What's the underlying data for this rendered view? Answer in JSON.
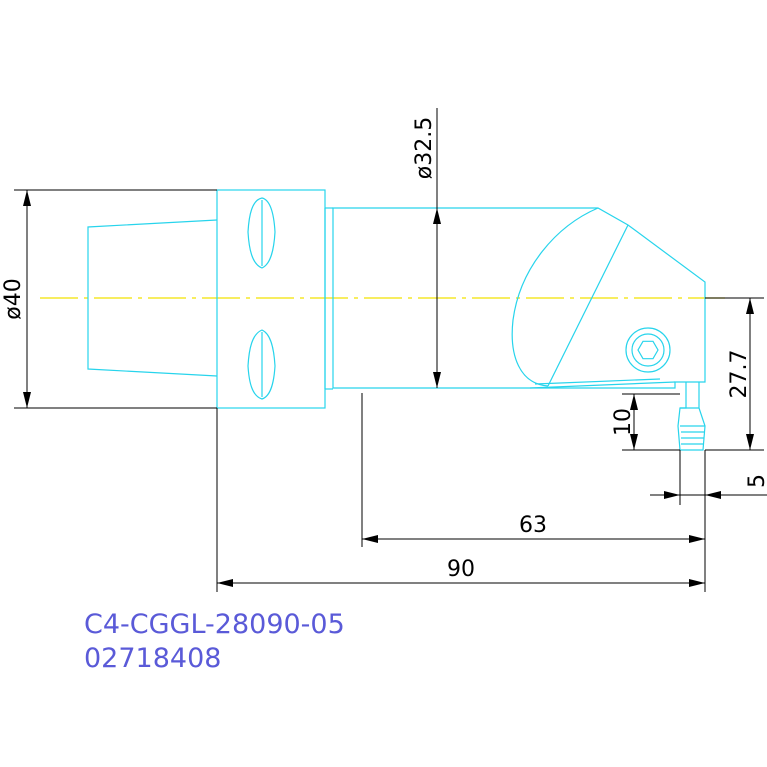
{
  "part_number": "C4-CGGL-28090-05",
  "code": "02718408",
  "dimensions": {
    "shank_diameter": "ø40",
    "body_diameter": "ø32.5",
    "height_27_7": "27.7",
    "height_10": "10",
    "offset_5": "5",
    "length_63": "63",
    "length_90": "90"
  },
  "colors": {
    "part_outline": "#27d4ec",
    "centerline": "#f2e200",
    "dimension": "#000000",
    "caption": "#5a5ad8"
  }
}
